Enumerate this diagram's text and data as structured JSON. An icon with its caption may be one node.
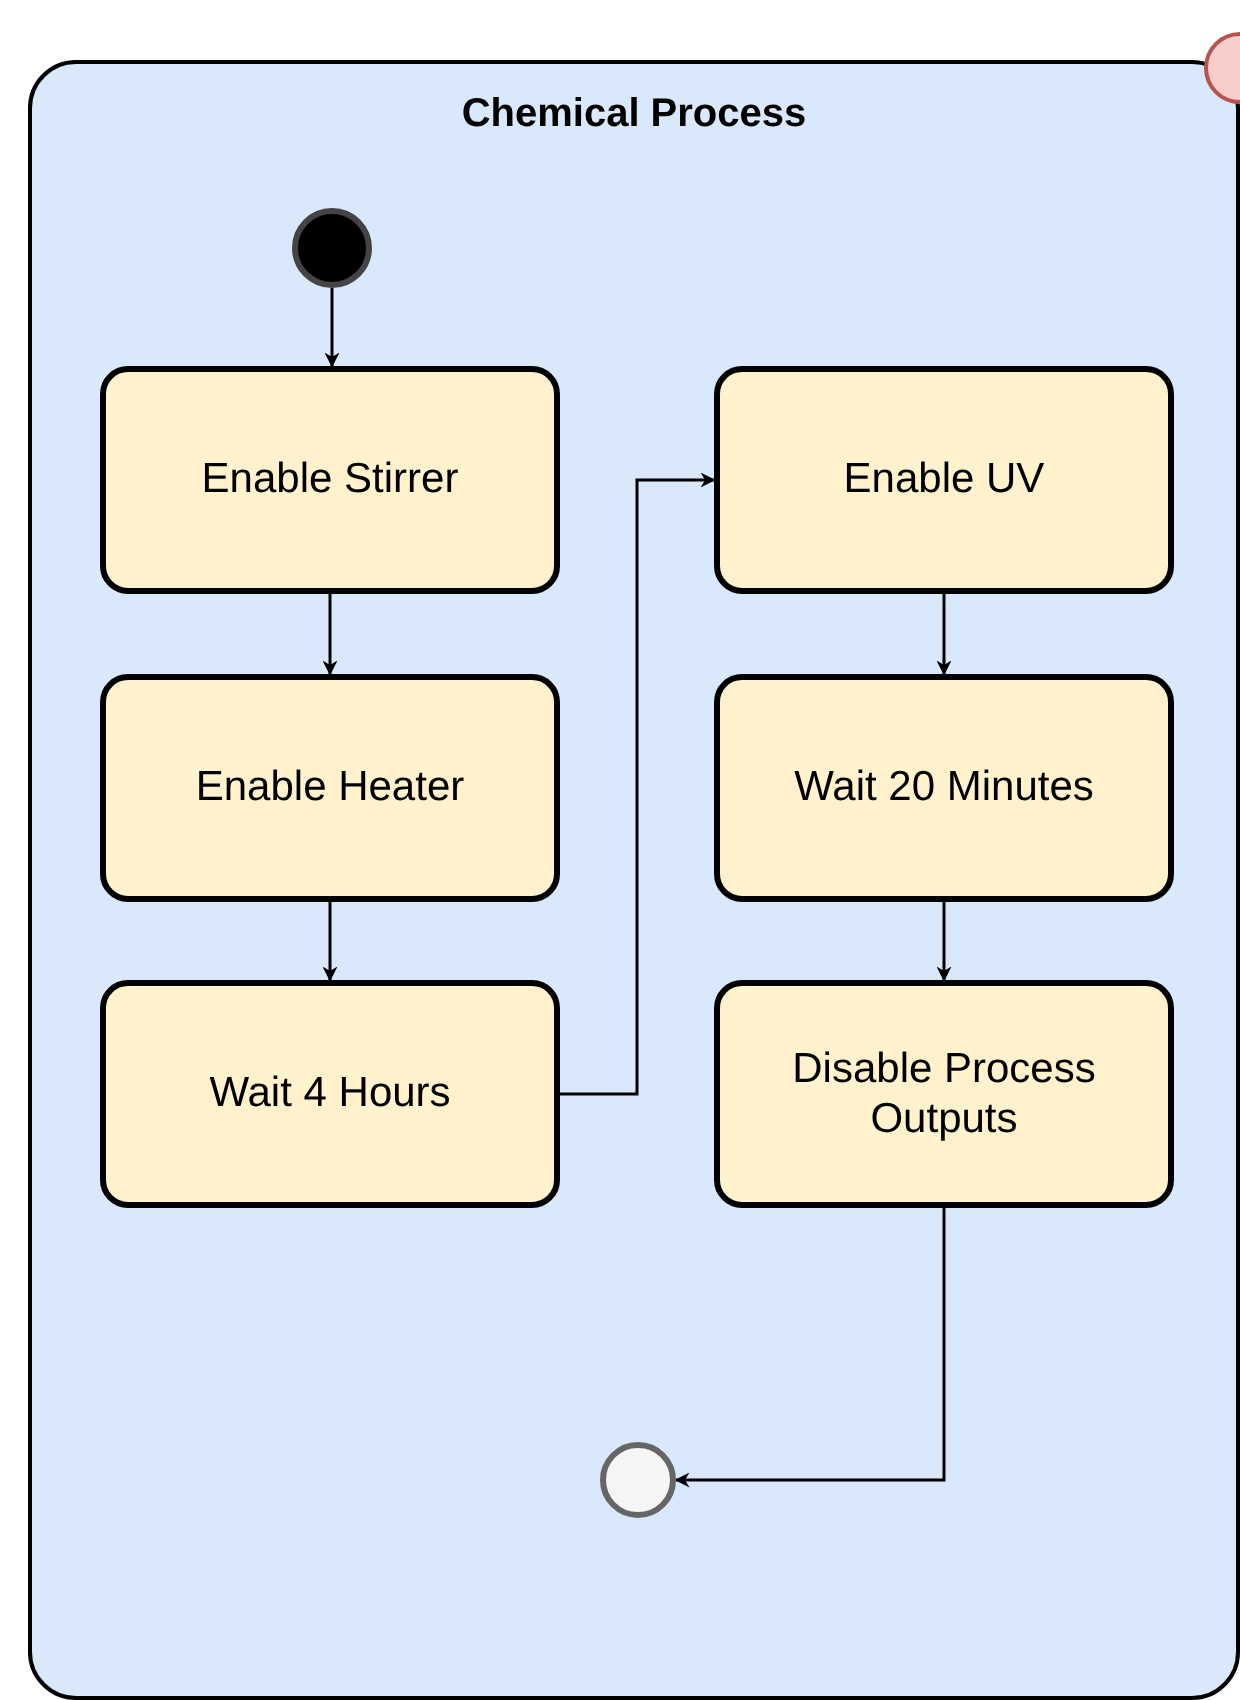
{
  "diagram": {
    "nodes": [
      {
        "text": [],
        "shape": "circle"
      },
      {
        "text": [
          "Chemical Process"
        ]
      },
      {
        "text": [],
        "shape": "circle",
        "in": 1
      },
      {
        "text": [
          "Enable Stirrer"
        ],
        "in": 1
      },
      {
        "text": [
          "Enable Heater"
        ],
        "in": 1
      },
      {
        "text": [
          "Wait 4 Hours"
        ],
        "in": 1
      },
      {
        "text": [
          "Enable UV"
        ],
        "in": 1
      },
      {
        "text": [
          "Wait 20 Minutes"
        ],
        "in": 1
      },
      {
        "text": [
          "Disable Process Outputs"
        ],
        "in": 1
      },
      {
        "text": [],
        "shape": "circle",
        "in": 1
      }
    ],
    "edges": [
      {
        "from": 2,
        "to": 3,
        "arrow": "to"
      },
      {
        "from": 3,
        "to": 4,
        "arrow": "to"
      },
      {
        "from": 4,
        "to": 5,
        "arrow": "to"
      },
      {
        "from": 5,
        "to": 6,
        "arrow": "to"
      },
      {
        "from": 6,
        "to": 7,
        "arrow": "to"
      },
      {
        "from": 7,
        "to": 8,
        "arrow": "to"
      },
      {
        "from": 8,
        "to": 9,
        "arrow": "to"
      }
    ]
  }
}
